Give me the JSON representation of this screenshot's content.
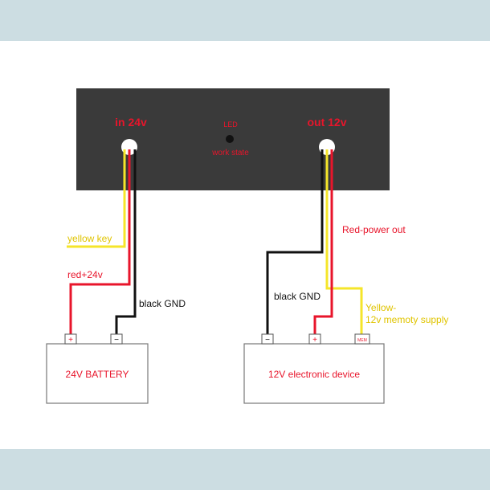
{
  "module": {
    "input_label": "in 24v",
    "output_label": "out 12v",
    "led_label": "LED",
    "led_status_label": "work  state"
  },
  "wires": {
    "yellow_key": "yellow key",
    "red_24v": "red+24v",
    "black_gnd_left": "black  GND",
    "black_gnd_right": "black  GND",
    "red_power_out": "Red-power out",
    "yellow_memory_line1": "Yellow-",
    "yellow_memory_line2": "12v memoty supply"
  },
  "battery": {
    "label": "24V BATTERY",
    "plus": "+",
    "minus": "−"
  },
  "device": {
    "label": "12V electronic device",
    "plus": "+",
    "minus": "−",
    "mem": "MEM"
  },
  "colors": {
    "module_body": "#3a3a3a",
    "red_wire": "#e8152b",
    "yellow_wire": "#f5e52a",
    "black_wire": "#111111",
    "label_red": "#e8152b",
    "label_yellow": "#e0c400"
  }
}
